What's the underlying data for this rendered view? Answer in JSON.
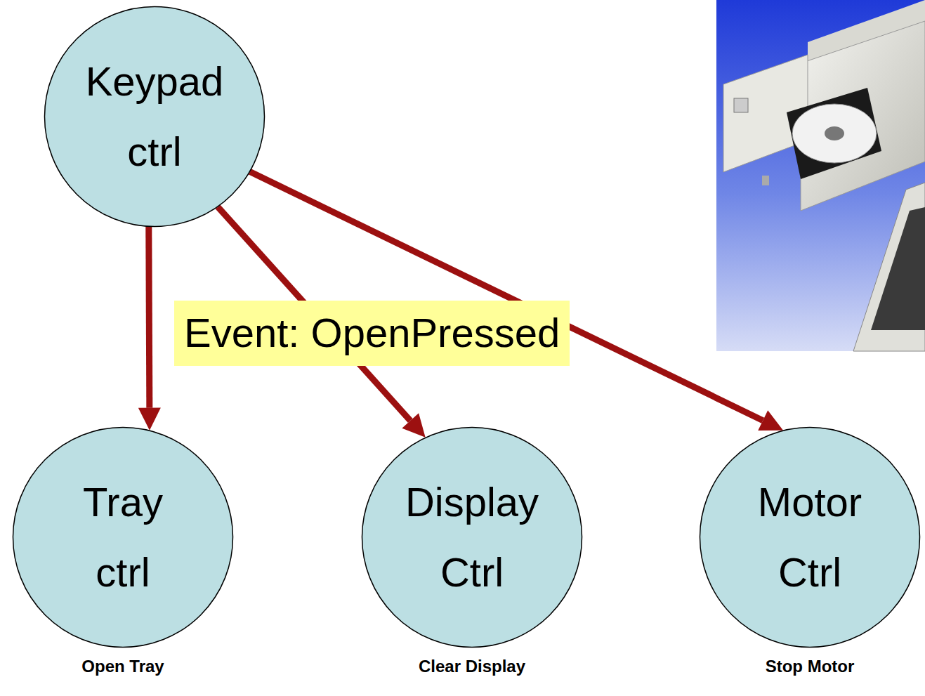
{
  "diagram": {
    "nodes": [
      {
        "text": [
          "Keypad ctrl"
        ]
      },
      {
        "text": [
          "Tray ctrl",
          "Open Tray"
        ]
      },
      {
        "text": [
          "Display Ctrl",
          "Clear Display"
        ]
      },
      {
        "text": [
          "Motor Ctrl",
          "Stop Motor"
        ]
      }
    ],
    "edges": [
      {
        "from": 0,
        "to": 1,
        "arrow": "to"
      },
      {
        "from": 0,
        "to": 2,
        "arrow": "to",
        "label": "Event: OpenPressed"
      },
      {
        "from": 0,
        "to": 3,
        "arrow": "to"
      }
    ]
  }
}
